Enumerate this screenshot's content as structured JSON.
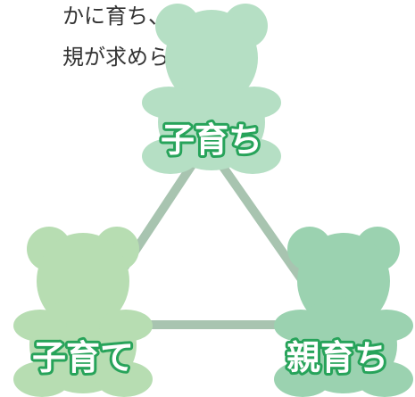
{
  "intro": {
    "line1": "かに育ち、",
    "line2": "規が求めら"
  },
  "triangle": {
    "top_label": "子育ち",
    "left_label": "子育て",
    "right_label": "親育ち"
  },
  "colors": {
    "bear_top": "#b5dfc4",
    "bear_left": "#b7ddb2",
    "bear_right": "#9bd2b0",
    "connector": "#a8c4b0",
    "label_outline": "#27a35a",
    "label_fill": "#ffffff"
  },
  "icons": {
    "bear": "teddy-bear-icon"
  }
}
